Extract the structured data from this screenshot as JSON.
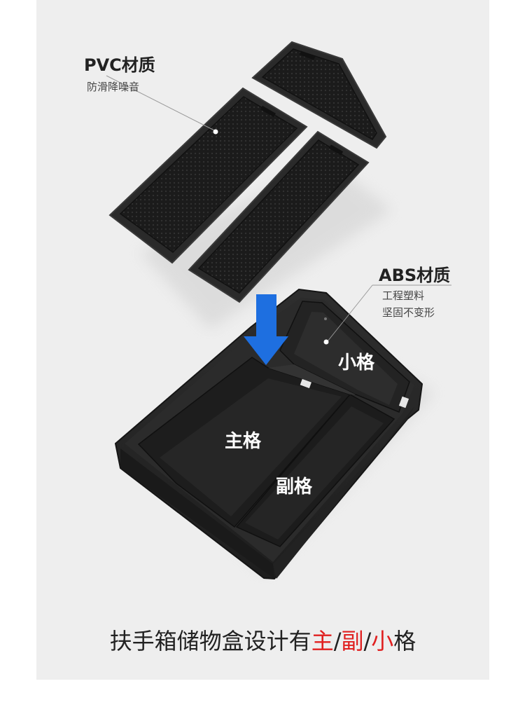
{
  "callouts": {
    "pvc": {
      "title": "PVC材质",
      "subtitle": "防滑降噪音"
    },
    "abs": {
      "title": "ABS材质",
      "line1": "工程塑料",
      "line2": "坚固不变形"
    }
  },
  "compartments": {
    "small": "小格",
    "main": "主格",
    "secondary": "副格"
  },
  "caption": {
    "prefix": "扶手箱储物盒设计有",
    "main": "主",
    "sep1": "/",
    "secondary": "副",
    "sep2": "/",
    "small": "小",
    "suffix": "格"
  },
  "colors": {
    "accent_arrow": "#1e6fe0",
    "caption_highlight": "#e02020",
    "background": "#eeeeee"
  }
}
